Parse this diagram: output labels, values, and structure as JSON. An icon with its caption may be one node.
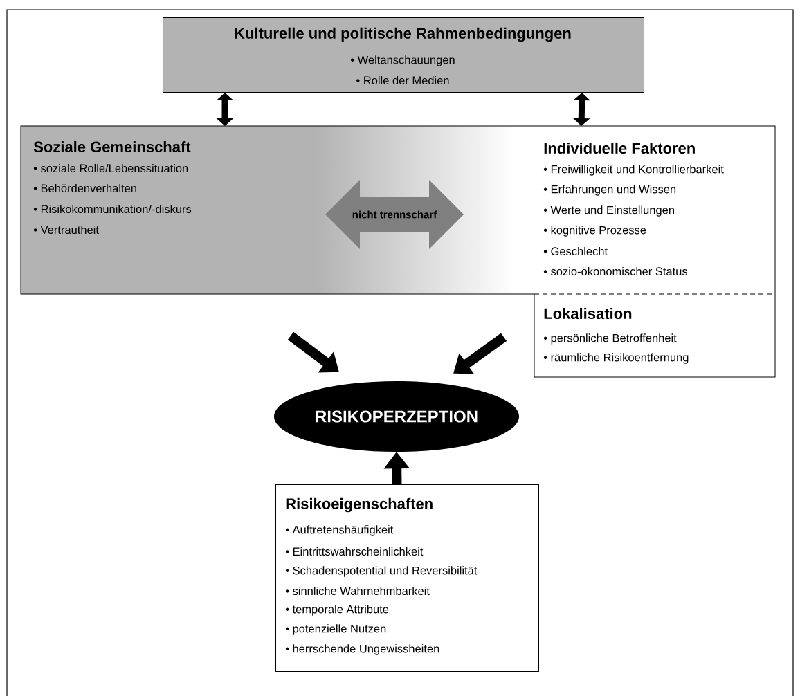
{
  "diagram": {
    "nodes": [
      {
        "text": [
          "Kulturelle und politische Rahmenbedingungen",
          "• Weltanschauungen",
          "• Rolle der Medien"
        ]
      },
      {
        "text": [
          "Soziale Gemeinschaft",
          "• soziale Rolle/Lebenssituation",
          "• Behördenverhalten",
          "• Risikokommunikation/-diskurs",
          "• Vertrautheit"
        ]
      },
      {
        "text": [
          "nicht trennscharf"
        ],
        "in": 1
      },
      {
        "text": [
          "Individuelle Faktoren",
          "• Freiwilligkeit und Kontrollierbarkeit",
          "• Erfahrungen und Wissen",
          "• Werte und Einstellungen",
          "• kognitive Prozesse",
          "• Geschlecht",
          "• sozio-ökonomischer Status"
        ],
        "in": 1
      },
      {
        "text": [
          "Lokalisation",
          "• persönliche Betroffenheit",
          "• räumliche Risikoentfernung"
        ]
      },
      {
        "text": [
          "RISIKOPERZEPTION"
        ]
      },
      {
        "text": [
          "Risikoeigenschaften",
          "• Auftretenshäufigkeit",
          "• Eintrittswahrscheinlichkeit",
          "• Schadenspotential und Reversibilität",
          "• sinnliche Wahrnehmbarkeit",
          "• temporale Attribute",
          "• potenzielle Nutzen",
          "• herrschende Ungewissheiten"
        ]
      }
    ],
    "edges": [
      {
        "from": 0,
        "to": 1,
        "arrow": "both"
      },
      {
        "from": 0,
        "to": 3,
        "arrow": "both"
      },
      {
        "from": 1,
        "to": 5,
        "arrow": "to"
      },
      {
        "from": 4,
        "to": 5,
        "arrow": "to"
      },
      {
        "from": 6,
        "to": 5,
        "arrow": "to"
      }
    ]
  }
}
